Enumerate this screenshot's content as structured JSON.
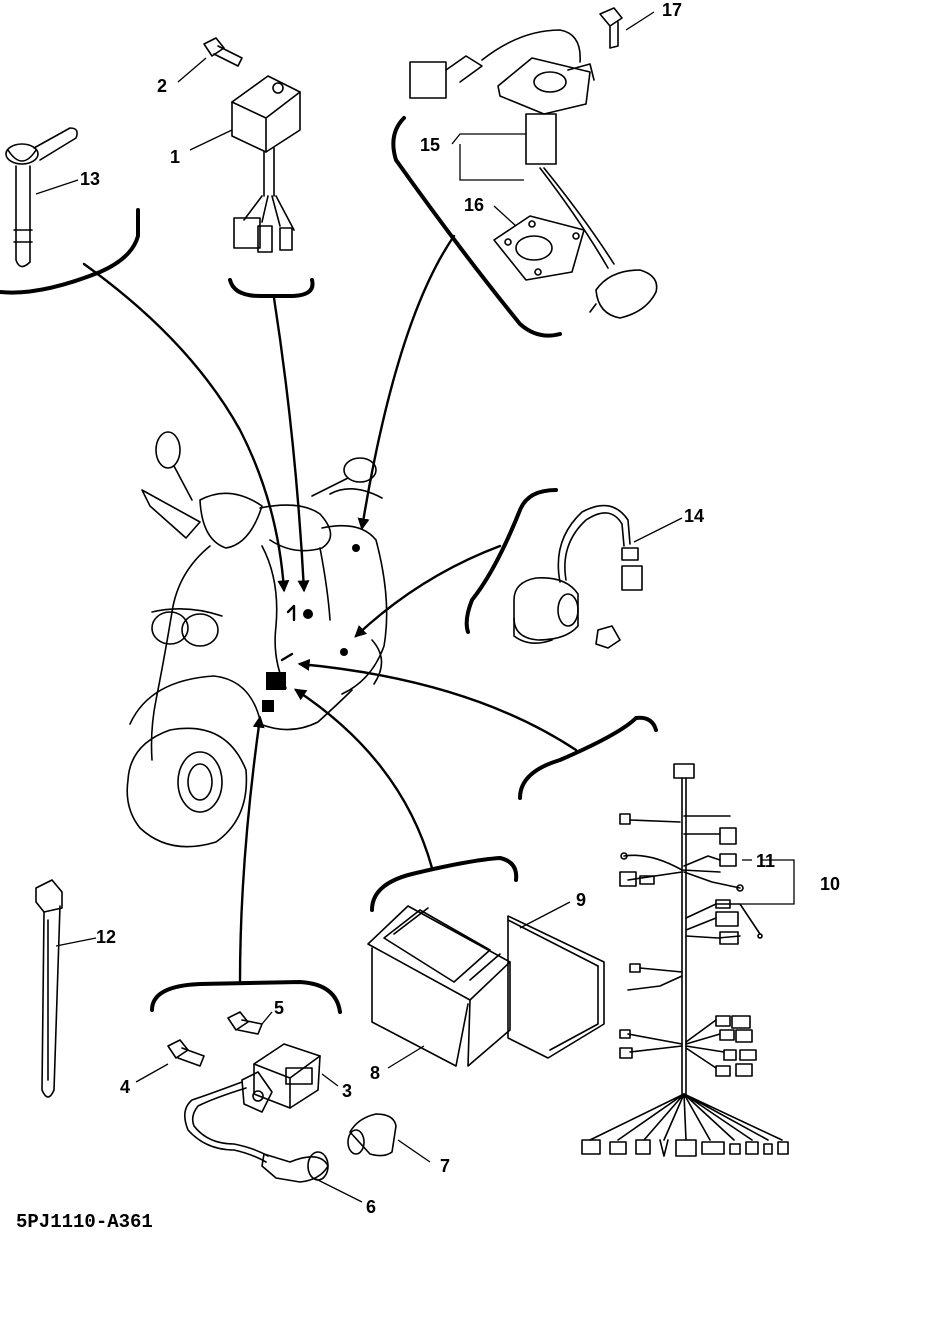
{
  "diagram_code": "5PJ1110-A361",
  "callouts": {
    "c1": "1",
    "c2": "2",
    "c3": "3",
    "c4": "4",
    "c5": "5",
    "c6": "6",
    "c7": "7",
    "c8": "8",
    "c9": "9",
    "c10": "10",
    "c11": "11",
    "c12": "12",
    "c13": "13",
    "c14": "14",
    "c15": "15",
    "c16": "16",
    "c17": "17"
  }
}
